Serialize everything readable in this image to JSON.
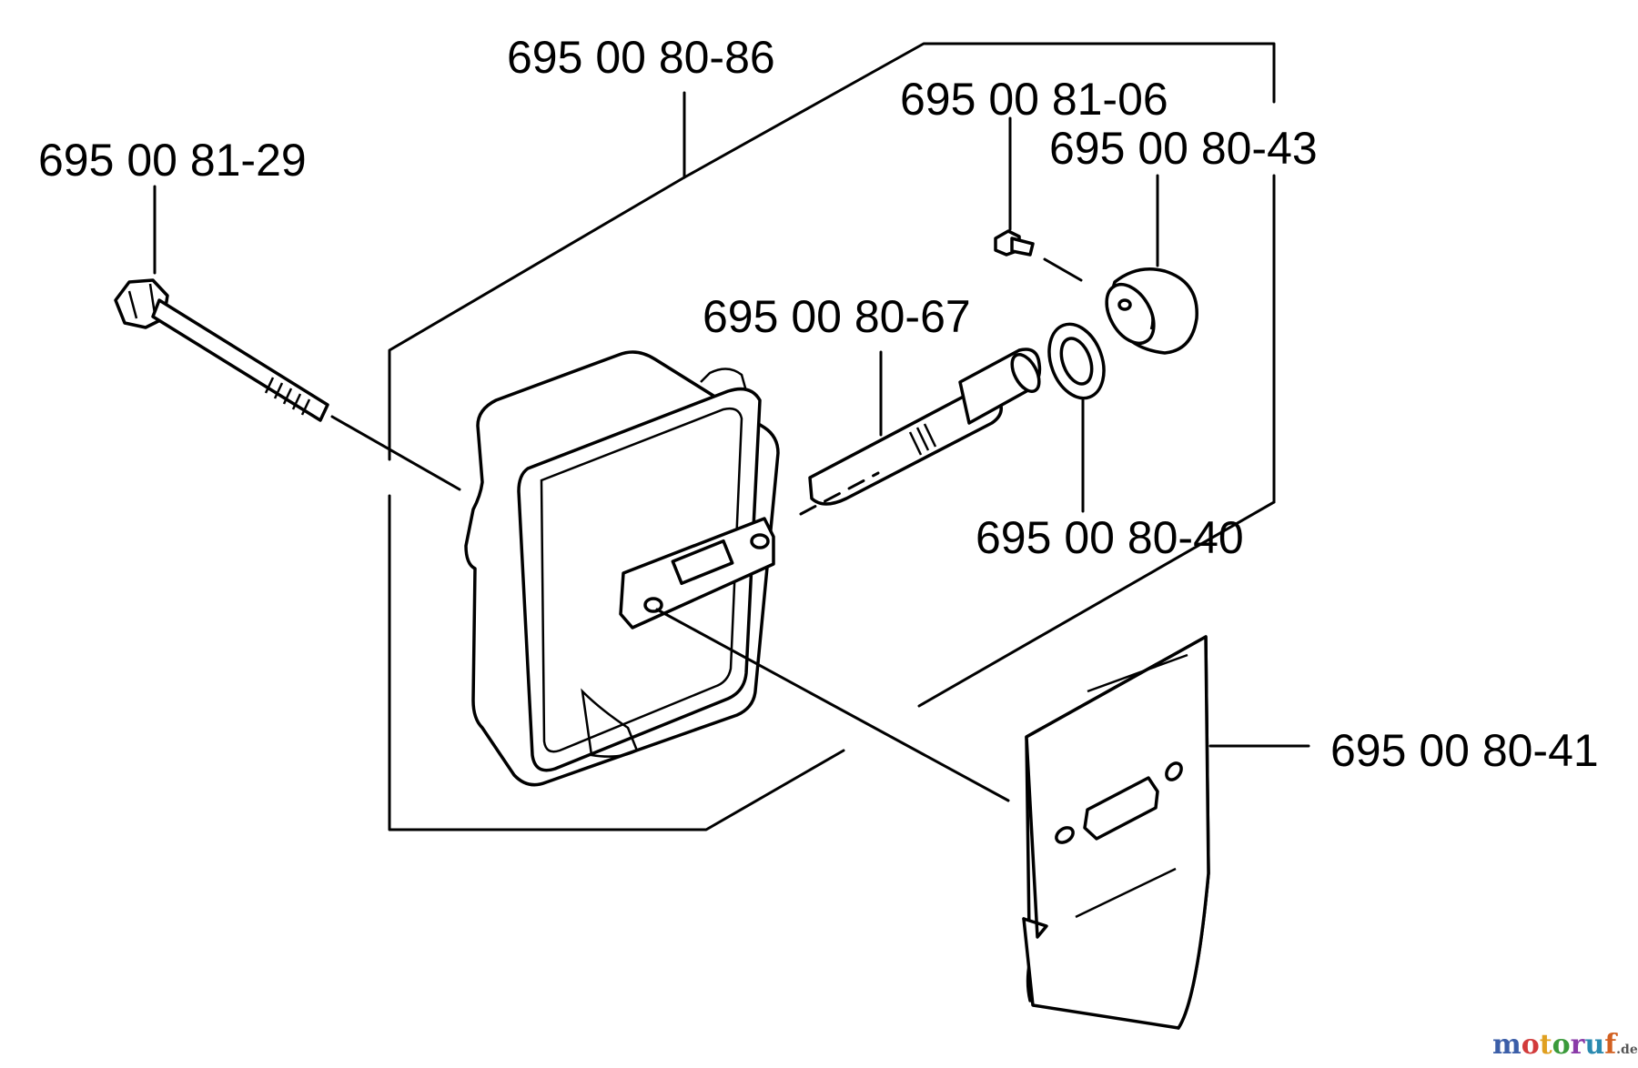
{
  "parts": {
    "muffler_assembly": "695 00 80-86",
    "bolt": "695 00 81-29",
    "screw": "695 00 81-06",
    "spark_arrestor_cap": "695 00 80-43",
    "outlet_pipe": "695 00 80-67",
    "washer": "695 00 80-40",
    "gasket_plate": "695 00 80-41"
  },
  "watermark": {
    "text": "motoruf",
    "suffix": ".de",
    "colors": [
      "#3b5ea8",
      "#d23b3b",
      "#e0a020",
      "#3a9a3a",
      "#8a3aa8",
      "#2a8ab0",
      "#d26020"
    ]
  }
}
